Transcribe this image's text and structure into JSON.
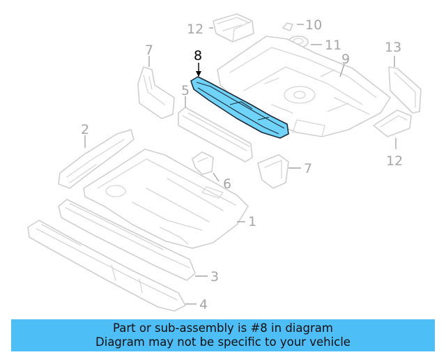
{
  "diagram": {
    "highlight_color": "#6fd4f7",
    "callouts": {
      "c1": "1",
      "c2": "2",
      "c3": "3",
      "c4": "4",
      "c5": "5",
      "c6": "6",
      "c7a": "7",
      "c7b": "7",
      "c8": "8",
      "c9": "9",
      "c10": "10",
      "c11": "11",
      "c12a": "12",
      "c12b": "12",
      "c13": "13"
    },
    "highlighted_part": "8"
  },
  "banner": {
    "line1": "Part or sub-assembly is #8 in diagram",
    "line2": "Diagram may not be specific to your vehicle",
    "color": "#4dbef6"
  }
}
